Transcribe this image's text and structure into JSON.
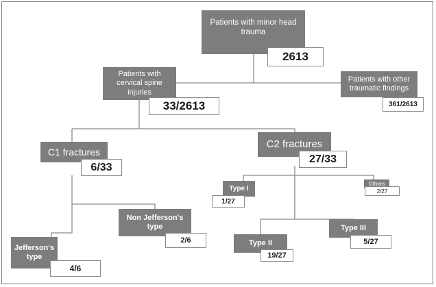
{
  "nodes": {
    "root": {
      "label": "Patients with minor head trauma",
      "count": "2613"
    },
    "cervical": {
      "label": "Patients with cervical spine injuries",
      "count": "33/2613"
    },
    "other": {
      "label": "Patients with other traumatic findings",
      "count": "361/2613"
    },
    "c1": {
      "label": "C1 fractures",
      "count": "6/33"
    },
    "c2": {
      "label": "C2 fractures",
      "count": "27/33"
    },
    "jefferson": {
      "label": "Jefferson's type",
      "count": "4/6"
    },
    "non_jefferson": {
      "label": "Non Jefferson's type",
      "count": "2/6"
    },
    "type1": {
      "label": "Type I",
      "count": "1/27"
    },
    "type2": {
      "label": "Type II",
      "count": "19/27"
    },
    "type3": {
      "label": "Type III",
      "count": "5/27"
    },
    "others": {
      "label": "Others",
      "count": "2/27"
    }
  },
  "colors": {
    "box_fill": "#7d7d7d",
    "box_text": "#ffffff",
    "connector": "#8a8a8a",
    "count_border": "#8a8a8a"
  }
}
